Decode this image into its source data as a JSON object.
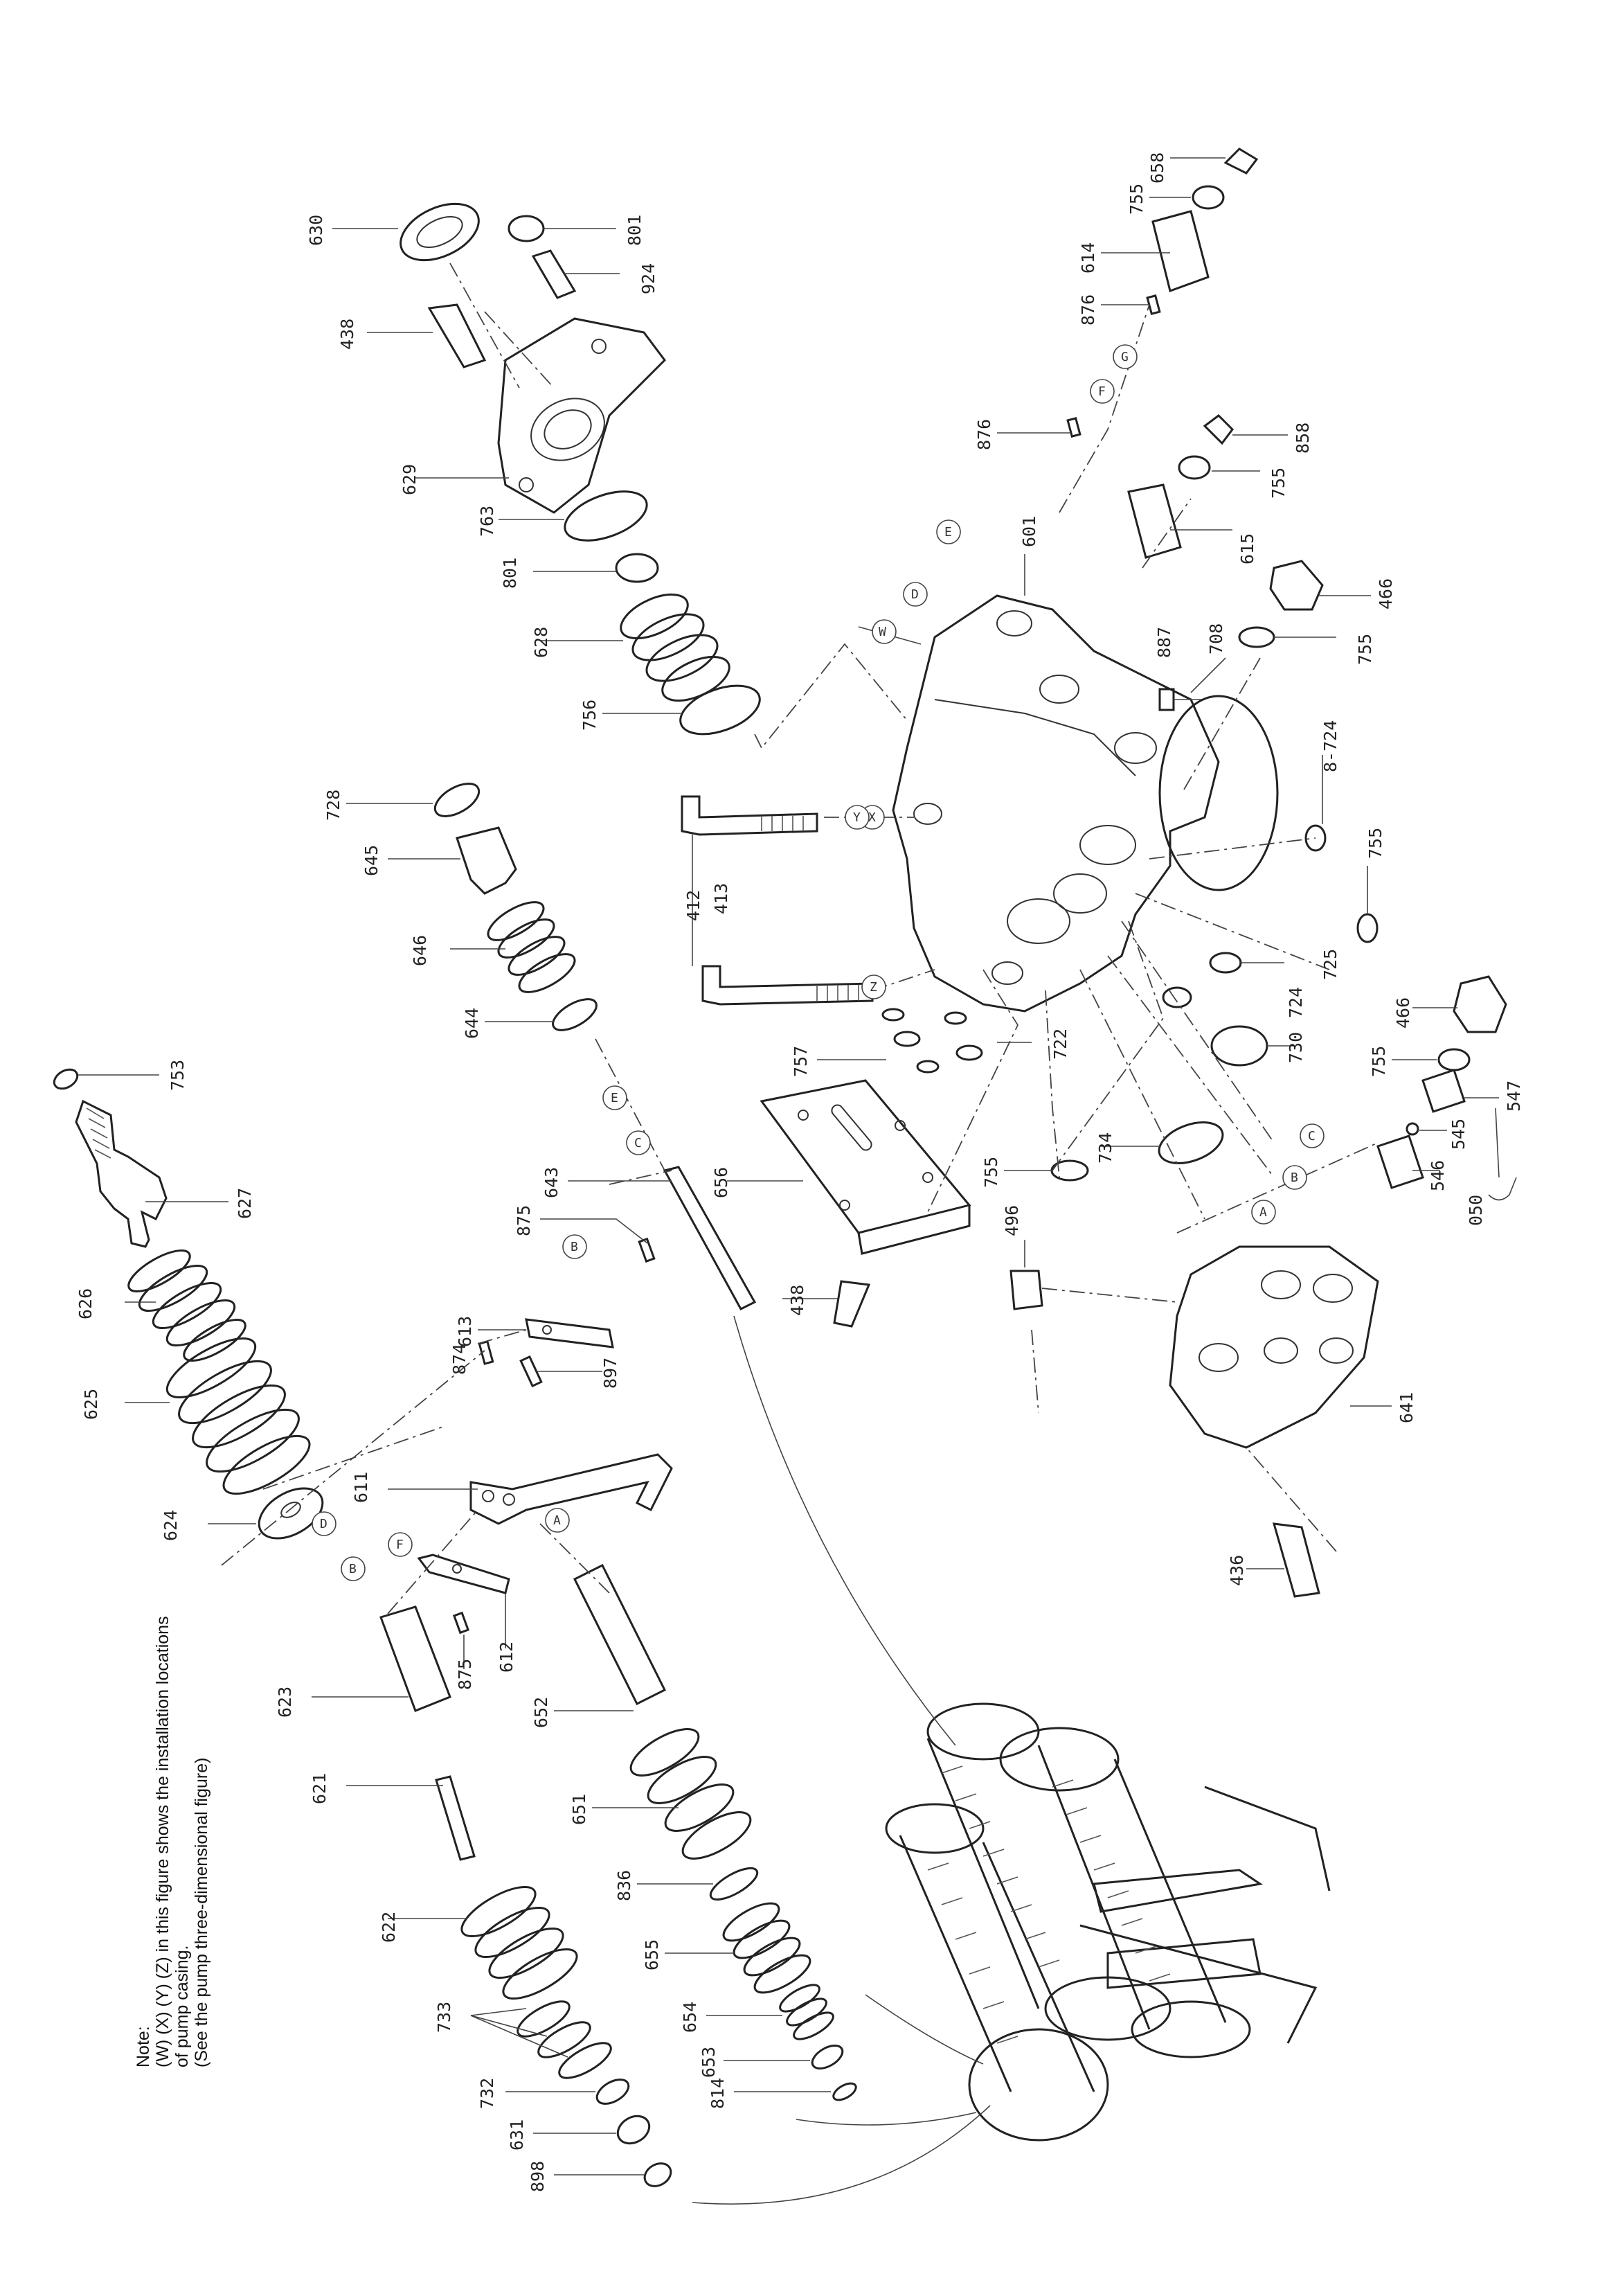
{
  "note": {
    "lines": [
      "Note:",
      "(W) (X) (Y) (Z) in this figure shows the installation locations",
      "of pump casing.",
      "(See the pump three-dimensional figure)"
    ]
  },
  "callouts": [
    "753",
    "627",
    "626",
    "625",
    "624",
    "623",
    "621",
    "622",
    "733",
    "732",
    "631",
    "898",
    "611",
    "612",
    "875",
    "613",
    "874",
    "897",
    "643",
    "875",
    "652",
    "651",
    "836",
    "655",
    "654",
    "653",
    "814",
    "728",
    "645",
    "646",
    "644",
    "656",
    "438",
    "757",
    "722",
    "755",
    "734",
    "630",
    "801",
    "924",
    "438",
    "629",
    "763",
    "801",
    "628",
    "756",
    "412",
    "413",
    "601",
    "887",
    "708",
    "8-724",
    "755",
    "725",
    "724",
    "730",
    "658",
    "755",
    "614",
    "876",
    "876",
    "858",
    "755",
    "615",
    "466",
    "755",
    "466",
    "755",
    "547",
    "545",
    "546",
    "050",
    "496",
    "641",
    "436"
  ],
  "letters": [
    "D",
    "B",
    "F",
    "A",
    "B",
    "E",
    "C",
    "W",
    "D",
    "E",
    "X",
    "Y",
    "Z",
    "A",
    "B",
    "C",
    "F",
    "G"
  ]
}
